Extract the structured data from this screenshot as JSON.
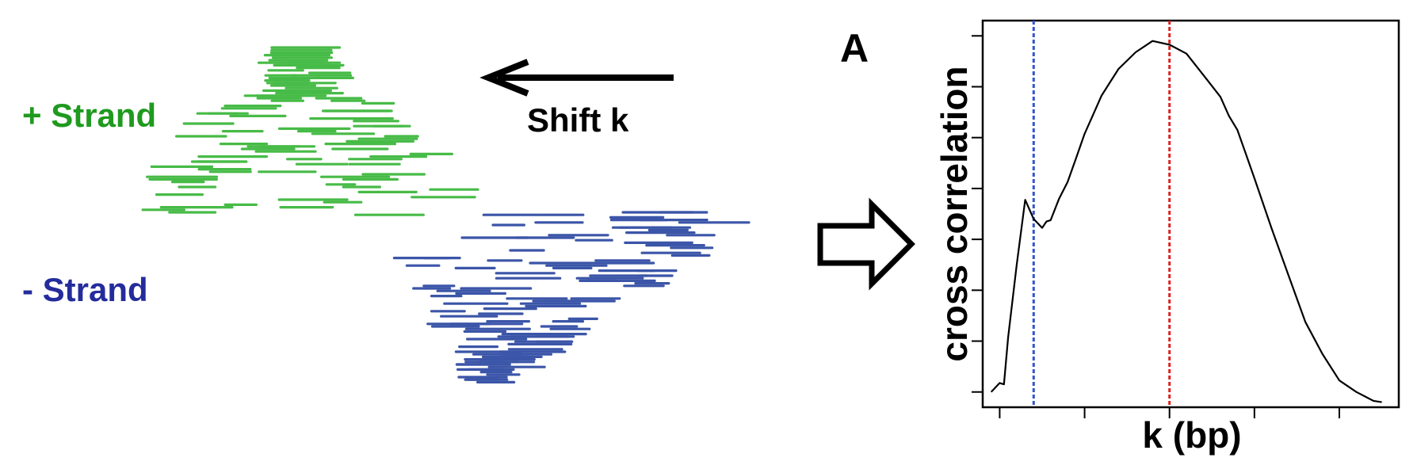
{
  "left_panel": {
    "plus_strand_label": "+ Strand",
    "minus_strand_label": "- Strand",
    "shift_label": "Shift k",
    "plus_strand_color": "#47bb47",
    "minus_strand_color": "#3b55a8",
    "plus_label_color": "#1f9a1f",
    "minus_label_color": "#242c9c",
    "shift_arrow_direction": "left",
    "transition_arrow": "hollow-right-arrow"
  },
  "chart_data": {
    "type": "line",
    "panel_label": "A",
    "title": "",
    "xlabel": "k (bp)",
    "ylabel": "cross correlation",
    "xlim": [
      -0.2,
      4.7
    ],
    "ylim": [
      -0.2,
      7.4
    ],
    "x_ticks": 5,
    "y_ticks": 8,
    "grid": false,
    "x_tick_labels": [],
    "y_tick_labels": [],
    "series": [
      {
        "color": "#000000",
        "x": [
          -0.1,
          0.0,
          0.05,
          0.1,
          0.2,
          0.3,
          0.4,
          0.5,
          0.55,
          0.6,
          0.7,
          0.8,
          0.9,
          1.0,
          1.1,
          1.2,
          1.4,
          1.6,
          1.8,
          2.0,
          2.2,
          2.4,
          2.6,
          2.7,
          2.8,
          2.9,
          3.0,
          3.2,
          3.4,
          3.6,
          3.8,
          4.0,
          4.2,
          4.4,
          4.5
        ],
        "y": [
          0.1,
          0.3,
          0.25,
          1.2,
          2.6,
          3.9,
          3.5,
          3.35,
          3.45,
          3.5,
          3.9,
          4.25,
          4.7,
          5.2,
          5.55,
          5.95,
          6.45,
          6.8,
          7.0,
          6.95,
          6.75,
          6.35,
          5.9,
          5.55,
          5.25,
          4.8,
          4.3,
          3.35,
          2.4,
          1.5,
          0.85,
          0.35,
          0.1,
          -0.05,
          -0.1
        ]
      }
    ],
    "annotations": [
      {
        "type": "vline",
        "x": 0.4,
        "color": "#3355cc",
        "style": "dotted"
      },
      {
        "type": "vline",
        "x": 2.0,
        "color": "#dd2222",
        "style": "dotted"
      }
    ]
  }
}
